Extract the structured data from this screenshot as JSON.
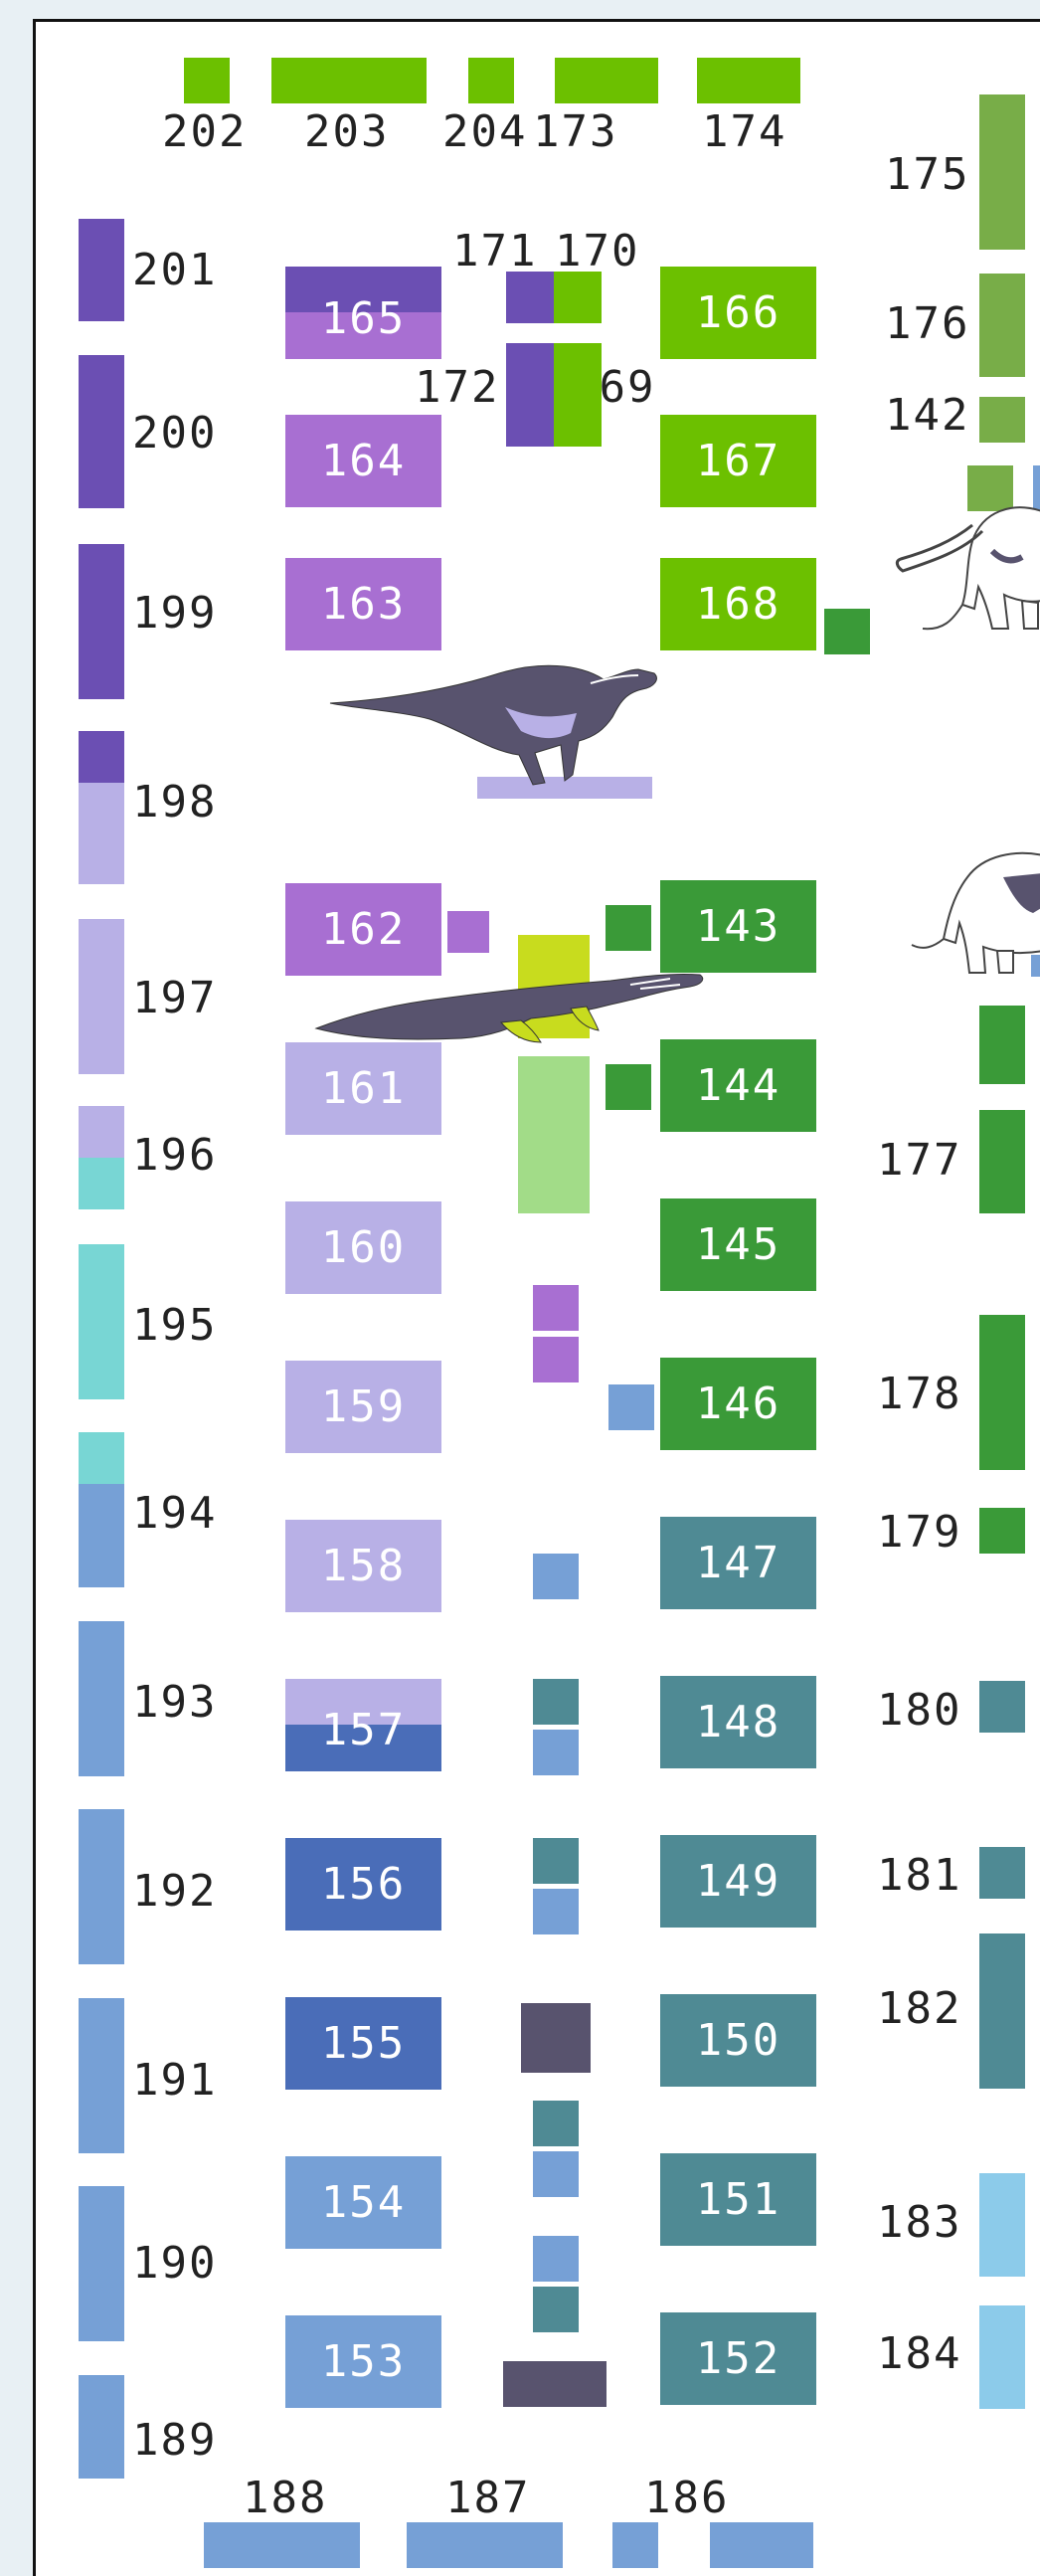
{
  "colors": {
    "purple_dark": "#6b4fb3",
    "purple_mid": "#a86fd2",
    "lavender": "#b8b0e6",
    "teal_light": "#78d6d4",
    "blue_mid": "#76a0d6",
    "blue_dark": "#4a6db8",
    "lime": "#6cc000",
    "olive_green": "#78ad48",
    "green_dark": "#3a9a38",
    "teal_dark": "#4f8a94",
    "sky": "#8ccbea",
    "slate": "#58536e",
    "yellow_green": "#c8dc1e",
    "pale_green": "#a2dc88"
  },
  "rooms": {
    "r143": "143",
    "r144": "144",
    "r145": "145",
    "r146": "146",
    "r147": "147",
    "r148": "148",
    "r149": "149",
    "r150": "150",
    "r151": "151",
    "r152": "152",
    "r153": "153",
    "r154": "154",
    "r155": "155",
    "r156": "156",
    "r157": "157",
    "r158": "158",
    "r159": "159",
    "r160": "160",
    "r161": "161",
    "r162": "162",
    "r163": "163",
    "r164": "164",
    "r165": "165",
    "r166": "166",
    "r167": "167",
    "r168": "168"
  },
  "labels": {
    "l142": "142",
    "l169": "169",
    "l170": "170",
    "l171": "171",
    "l172": "172",
    "l173": "173",
    "l174": "174",
    "l175": "175",
    "l176": "176",
    "l177": "177",
    "l178": "178",
    "l179": "179",
    "l180": "180",
    "l181": "181",
    "l182": "182",
    "l183": "183",
    "l184": "184",
    "l186": "186",
    "l187": "187",
    "l188": "188",
    "l189": "189",
    "l190": "190",
    "l191": "191",
    "l192": "192",
    "l193": "193",
    "l194": "194",
    "l195": "195",
    "l196": "196",
    "l197": "197",
    "l198": "198",
    "l199": "199",
    "l200": "200",
    "l201": "201",
    "l202": "202",
    "l203": "203",
    "l204": "204"
  },
  "icons": {
    "hadrosaur": "hadrosaur-skeleton-icon",
    "mosasaur": "mosasaur-skeleton-icon",
    "mammoth": "mammoth-icon",
    "mastodon": "mastodon-icon"
  }
}
